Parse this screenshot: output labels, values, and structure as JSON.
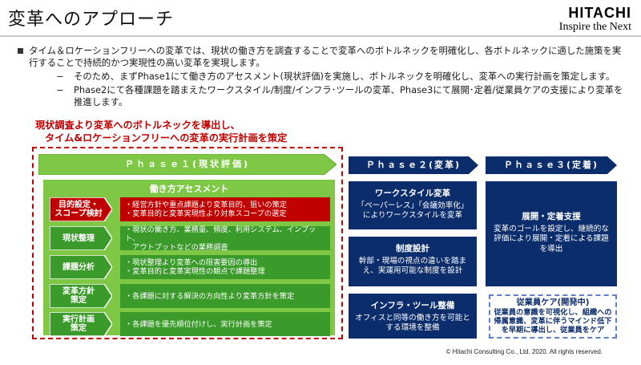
{
  "header": {
    "title": "変革へのアプローチ",
    "logo_brand": "HITACHI",
    "logo_tagline": "Inspire the Next"
  },
  "bullets": {
    "main": "タイム＆ロケーションフリーへの変革では、現状の働き方を調査することで変革へのボトルネックを明確化し、各ボトルネックに適した施策を実行することで持続的かつ実現性の高い変革を実現します。",
    "sub1": "そのため、まずPhase1にて働き方のアセスメント(現状評価)を実施し、ボトルネックを明確化し、変革への実行計画を策定します。",
    "sub2": "Phase2にて各種課題を踏まえたワークスタイル/制度/インフラ･ツールの変革、Phase3にて展開･定着/従業員ケアの支援により変革を推進します。",
    "dash": "−"
  },
  "callout": {
    "line1": "現状調査より変革へのボトルネックを導出し、",
    "line2": "タイム&ロケーションフリーへの変革の実行計画を策定"
  },
  "phase1": {
    "label": "Ｐｈａｓｅ１(現状評価)",
    "panel_title": "働き方アセスメント",
    "rows": [
      {
        "tag": "目的設定・\nスコープ検討",
        "lines": [
          "・経営方針や重点課題より変革目的、狙いの策定",
          "・変革目的と変革実現性より対象スコープの選定"
        ]
      },
      {
        "tag": "現状整理",
        "lines": [
          "・現状の働き方、業務量、頻度、利用システム、インプット、",
          "　アウトプットなどの業務調査"
        ]
      },
      {
        "tag": "課題分析",
        "lines": [
          "・現状整理より変革への阻害要因の導出",
          "・変革目的と変革実現性の観点で課題整理"
        ]
      },
      {
        "tag": "変革方針\n策定",
        "lines": [
          "・各課題に対する解決の方向性より変革方針を策定"
        ]
      },
      {
        "tag": "実行計画\n策定",
        "lines": [
          "・各課題を優先順位付けし、実行計画を策定"
        ]
      }
    ]
  },
  "phase2": {
    "label": "Ｐｈａｓｅ２(変革)",
    "boxes": [
      {
        "title": "ワークスタイル変革",
        "text": "「ペーパーレス」「会議効率化」によりワークスタイルを変革"
      },
      {
        "title": "制度設計",
        "text": "幹部・現場の視点の違いを踏まえ、実運用可能な制度を設計"
      },
      {
        "title": "インフラ・ツール整備",
        "text": "オフィスと同等の働き方を可能とする環境を整備"
      }
    ]
  },
  "phase3": {
    "label": "Ｐｈａｓｅ３(定着)",
    "box": {
      "title": "展開・定着支援",
      "text": "変革のゴールを設定し、継続的な評価により展開・定着による課題を導出"
    },
    "care": {
      "title": "従業員ケア(開発中)",
      "text": "従業員の意識を可視化し、組織への帰属意識、変革に伴うマインド低下を早期に導出し、従業員をケア"
    }
  },
  "footer": {
    "copyright": "© Hitachi Consulting Co., Ltd. 2020. All rights reserved."
  },
  "colors": {
    "accent_red": "#c00000",
    "green": "#7ec845",
    "green_dark": "#5fa82c",
    "navy": "#0c2d6b",
    "tag_green": "#3a9a2a"
  }
}
